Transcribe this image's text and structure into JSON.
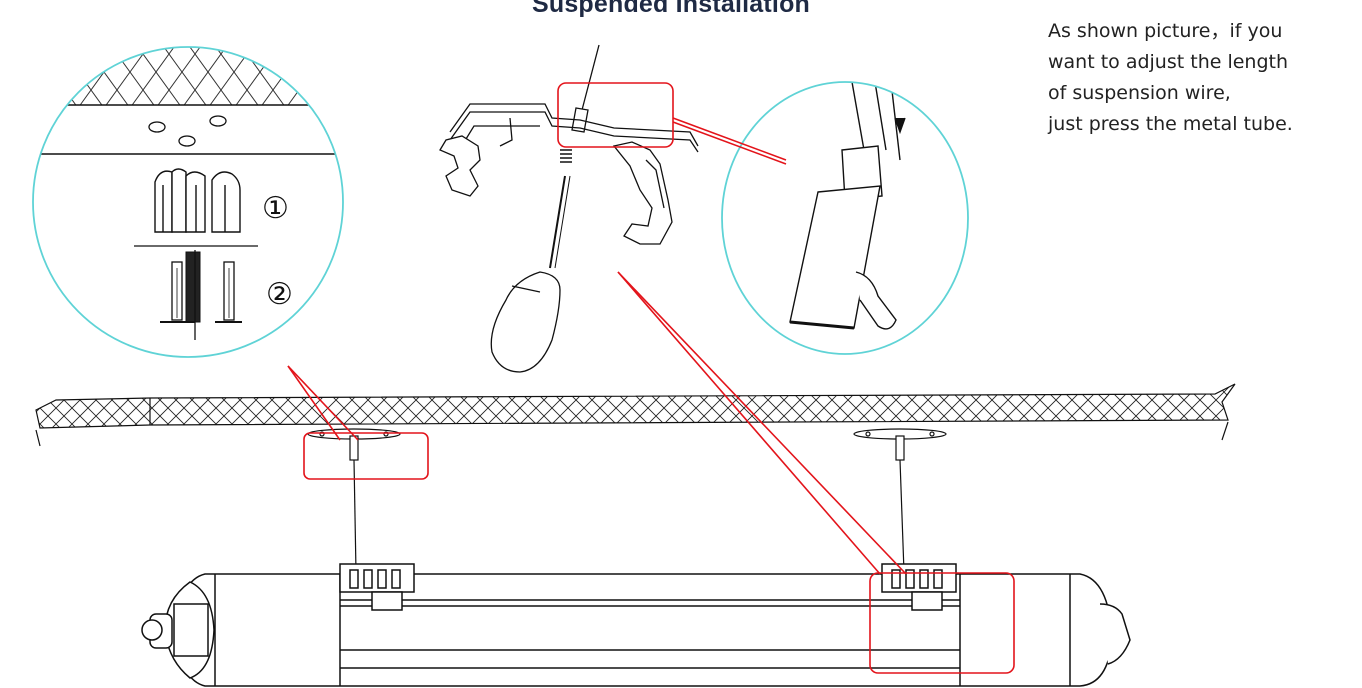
{
  "title": "Suspended Installation",
  "note_lines": [
    "As shown picture，if you",
    "want to adjust the length",
    "of suspension wire,",
    "just press the metal tube."
  ],
  "step_markers": [
    "①",
    "②"
  ],
  "colors": {
    "callout": "#e3141b",
    "magnifier": "#5fd3d6",
    "line": "#111111",
    "title": "#1f2a44"
  }
}
